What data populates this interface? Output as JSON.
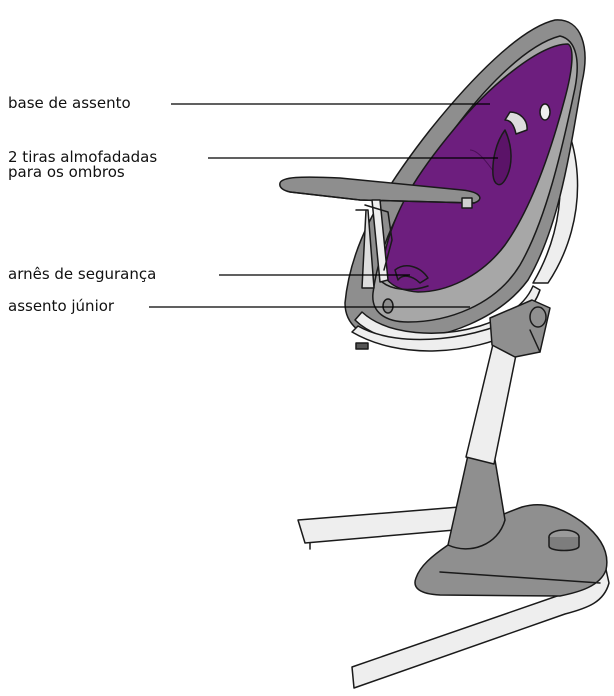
{
  "labels": {
    "seat_base": "base de assento",
    "shoulder_pads_line1": "2 tiras almofadadas",
    "shoulder_pads_line2": "para os ombros",
    "safety_harness": "arnês de segurança",
    "junior_seat": "assento júnior"
  },
  "colors": {
    "shell_grey": "#8e8e8e",
    "shell_inner_grey": "#a7a7a7",
    "cushion_purple": "#6d1e7e",
    "metal": "#eeeeee",
    "base_grey": "#8f8f8f",
    "outline": "#1a1a1a"
  }
}
